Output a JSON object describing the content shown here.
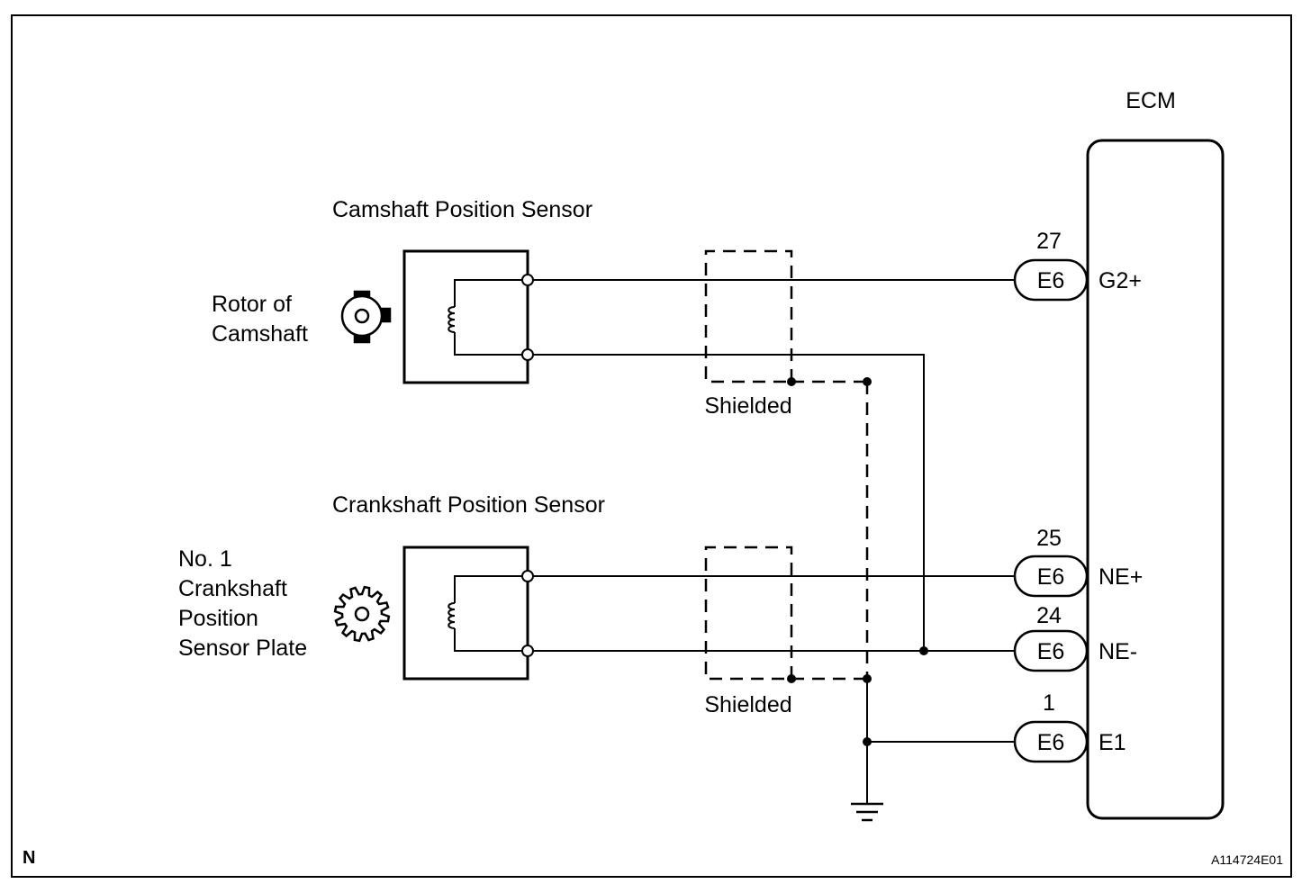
{
  "ecm": {
    "title": "ECM"
  },
  "camshaft_sensor": {
    "title": "Camshaft Position Sensor"
  },
  "crankshaft_sensor": {
    "title": "Crankshaft Position Sensor"
  },
  "camshaft_rotor": {
    "label_line1": "Rotor of",
    "label_line2": "Camshaft"
  },
  "crank_plate": {
    "line1": "No. 1",
    "line2": "Crankshaft",
    "line3": "Position",
    "line4": "Sensor Plate"
  },
  "shield_labels": {
    "top": "Shielded",
    "bottom": "Shielded"
  },
  "connectors": [
    {
      "pin": "27",
      "code": "E6",
      "terminal": "G2+"
    },
    {
      "pin": "25",
      "code": "E6",
      "terminal": "NE+"
    },
    {
      "pin": "24",
      "code": "E6",
      "terminal": "NE-"
    },
    {
      "pin": "1",
      "code": "E6",
      "terminal": "E1"
    }
  ],
  "footer": {
    "corner_mark": "N",
    "figure_id": "A114724E01"
  }
}
